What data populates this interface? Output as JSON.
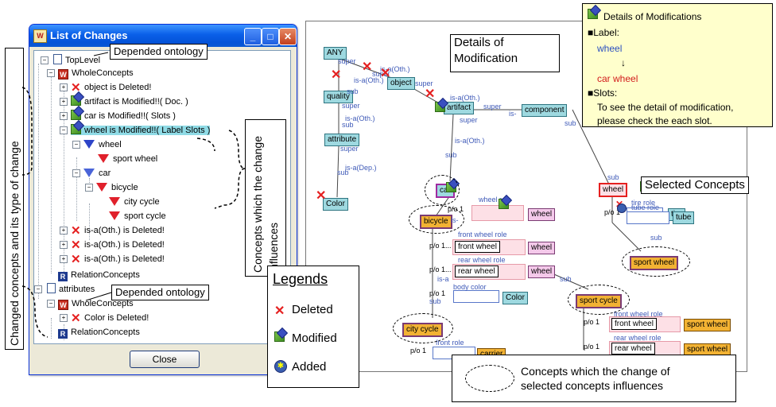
{
  "window": {
    "title": "List of Changes",
    "close_button": "Close",
    "minimize_glyph": "_",
    "maximize_glyph": "□",
    "close_glyph": "✕"
  },
  "tree": {
    "toplevel": "TopLevel",
    "whole_concepts": "WholeConcepts",
    "object_deleted": "object is Deleted!",
    "artifact_modified": "artifact is Modified!!( Doc. )",
    "car_modified": "car is Modified!!( Slots )",
    "wheel_modified": "wheel is Modified!!( Label Slots )",
    "wheel": "wheel",
    "sport_wheel": "sport wheel",
    "car": "car",
    "bicycle": "bicycle",
    "city_cycle": "city cycle",
    "sport_cycle": "sport cycle",
    "isa_deleted_1": "is-a(Oth.) is Deleted!",
    "isa_deleted_2": "is-a(Oth.) is Deleted!",
    "isa_deleted_3": "is-a(Oth.) is Deleted!",
    "relation_concepts": "RelationConcepts",
    "attributes": "attributes",
    "whole_concepts_2": "WholeConcepts",
    "color_deleted": "Color is Deleted!",
    "relation_concepts_2": "RelationConcepts"
  },
  "annotations": {
    "depended_ontology_1": "Depended ontology",
    "depended_ontology_2": "Depended ontology",
    "changed_concepts": "Changed concepts and its type of change",
    "concepts_influences": "Concepts which the change influences",
    "details_of_modification": "Details of Modification",
    "selected_concepts": "Selected Concepts",
    "caption": "Concepts which the change of selected concepts influences"
  },
  "legend": {
    "title": "Legends",
    "deleted": "Deleted",
    "modified": "Modified",
    "added": "Added"
  },
  "detail_popup": {
    "header": "Details of Modifications",
    "label_heading": "■Label:",
    "old_label": "wheel",
    "arrow": "↓",
    "new_label": "car wheel",
    "slots_heading": "■Slots:",
    "slots_note_1": "To see the detail of modification,",
    "slots_note_2": "please check the each slot."
  },
  "graph": {
    "nodes": {
      "any": "ANY",
      "object": "object",
      "quality": "quality",
      "attribute": "attribute",
      "color": "Color",
      "artifact": "artifact",
      "component": "component",
      "car": "car",
      "wheel_slot": "wheel",
      "bicycle": "bicycle",
      "wheel": "wheel",
      "tire": "tire",
      "tube": "tube",
      "sport_wheel": "sport wheel",
      "front_wheel": "front wheel",
      "rear_wheel": "rear wheel",
      "wheel_b1": "wheel",
      "wheel_b2": "wheel",
      "color_slot": "Color",
      "city_cycle": "city cycle",
      "carrier": "carrier",
      "sport_cycle": "sport cycle",
      "front_wheel_2": "front wheel",
      "rear_wheel_2": "rear wheel",
      "sport_wheel_b1": "sport wheel",
      "sport_wheel_b2": "sport wheel"
    },
    "labels": {
      "super": "super",
      "sub": "sub",
      "isa_oth": "is-a(Oth.)",
      "isa_dep": "is-a(Dep.)",
      "isa_short": "is-",
      "isa_a": "is-a",
      "wheel_role": "wheel role",
      "tire_role": "tire role",
      "tube_role": "tube role",
      "front_wheel_role": "front wheel role",
      "rear_wheel_role": "rear wheel role",
      "body_color": "body color",
      "front_role": "front role",
      "po1": "p/o 1",
      "po1dots": "p/o 1..."
    }
  }
}
